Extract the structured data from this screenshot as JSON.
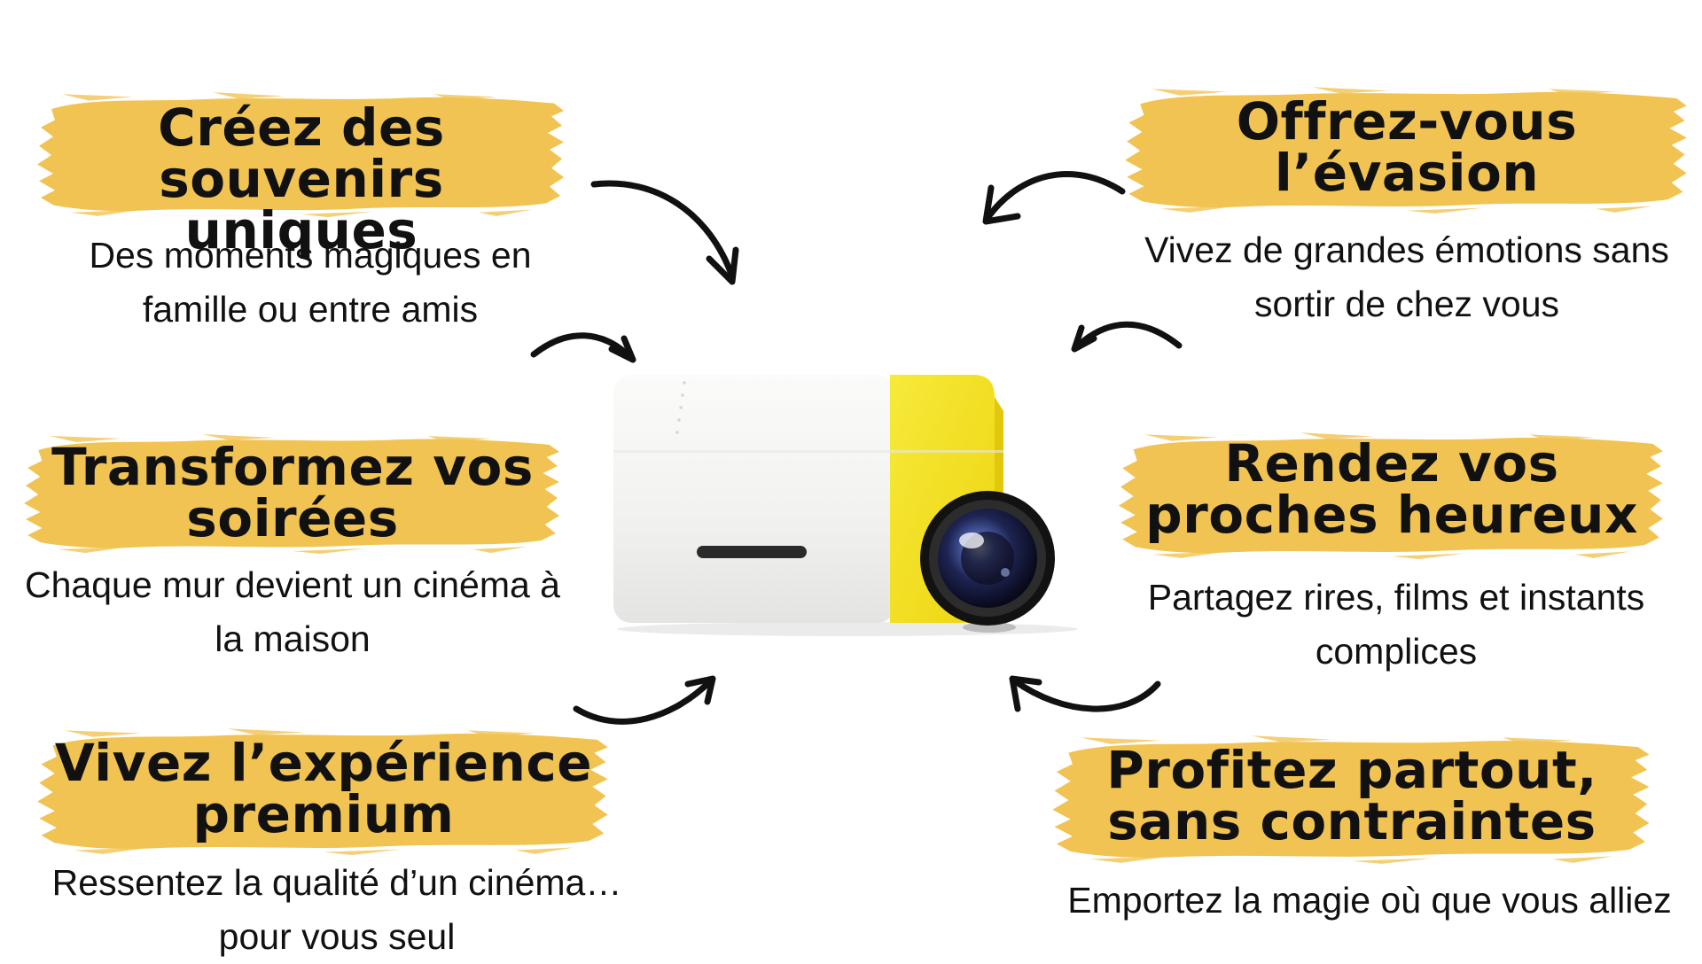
{
  "colors": {
    "brush": "#F1C352",
    "text": "#111111",
    "projector_body": "#F3F3F1",
    "projector_accent": "#F4E21E"
  },
  "icons": {
    "arrow": "curved-arrow-icon",
    "product": "mini-projector"
  },
  "features": [
    {
      "heading_lines": [
        "Créez des",
        "souvenirs uniques"
      ],
      "desc_lines": [
        "Des moments magiques en",
        "famille ou entre amis"
      ]
    },
    {
      "heading_lines": [
        "Offrez-vous",
        "l’évasion"
      ],
      "desc_lines": [
        "Vivez de grandes émotions sans",
        "sortir de chez vous"
      ]
    },
    {
      "heading_lines": [
        "Transformez vos",
        "soirées"
      ],
      "desc_lines": [
        "Chaque mur devient un cinéma à",
        "la maison"
      ]
    },
    {
      "heading_lines": [
        "Rendez vos",
        "proches heureux"
      ],
      "desc_lines": [
        "Partagez rires, films et instants",
        "complices"
      ]
    },
    {
      "heading_lines": [
        "Vivez l’expérience",
        "premium"
      ],
      "desc_lines": [
        "Ressentez la qualité d’un cinéma…",
        "pour vous seul"
      ]
    },
    {
      "heading_lines": [
        "Profitez partout,",
        "sans contraintes"
      ],
      "desc_lines": [
        "Emportez la magie où que vous alliez"
      ]
    }
  ]
}
